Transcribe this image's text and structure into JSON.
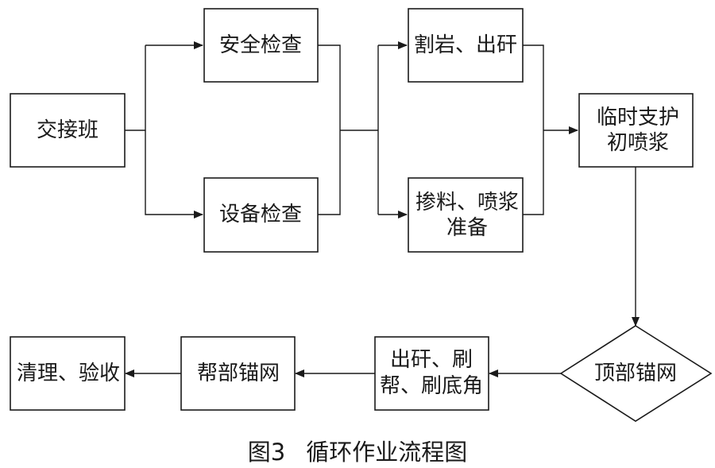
{
  "diagram": {
    "nodes": {
      "handover": {
        "lines": [
          "交接班"
        ]
      },
      "safety_check": {
        "lines": [
          "安全检查"
        ]
      },
      "equipment_check": {
        "lines": [
          "设备检查"
        ]
      },
      "cutting_mucking": {
        "lines": [
          "割岩、出矸"
        ]
      },
      "mixing_prep": {
        "lines": [
          "掺料、喷浆",
          "准备"
        ]
      },
      "temp_support": {
        "lines": [
          "临时支护",
          "初喷浆"
        ]
      },
      "roof_bolting": {
        "lines": [
          "顶部锚网"
        ]
      },
      "mucking_brushing": {
        "lines": [
          "出矸、刷",
          "帮、刷底角"
        ]
      },
      "side_bolting": {
        "lines": [
          "帮部锚网"
        ]
      },
      "cleanup_acceptance": {
        "lines": [
          "清理、验收"
        ]
      }
    }
  },
  "caption": {
    "number": "图3",
    "title": "循环作业流程图"
  }
}
